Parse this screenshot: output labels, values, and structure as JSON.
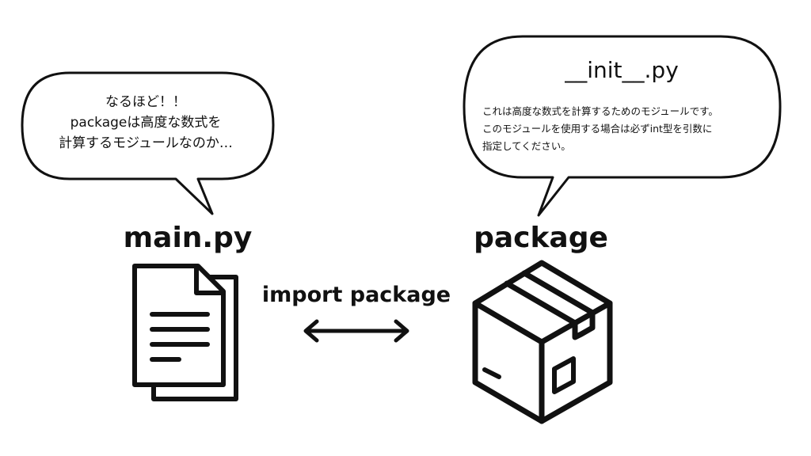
{
  "left_bubble": {
    "lines": [
      "なるほど！！",
      "packageは高度な数式を",
      "計算するモジュールなのか…"
    ]
  },
  "right_bubble": {
    "title": "__init__.py",
    "lines": [
      "これは高度な数式を計算するためのモジュールです。",
      "このモジュールを使用する場合は必ずint型を引数に",
      "指定してください。"
    ]
  },
  "main_label": "main.py",
  "package_label": "package",
  "import_label": "import package",
  "icons": {
    "left": "document-icon",
    "right": "package-box-icon",
    "middle": "double-arrow-icon"
  },
  "colors": {
    "stroke": "#111111",
    "background": "#ffffff"
  }
}
